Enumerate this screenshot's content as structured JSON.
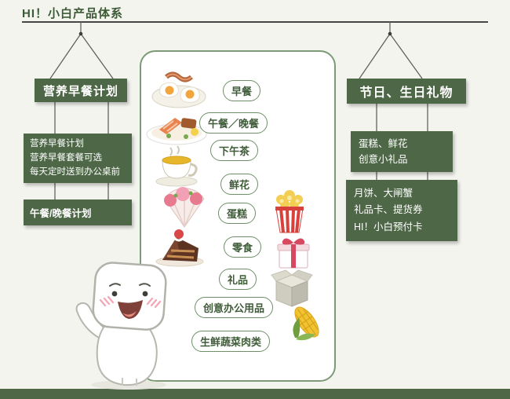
{
  "title": "HI！小白产品体系",
  "left_column": {
    "sign": "营养早餐计划",
    "plan_box": {
      "lines": [
        "营养早餐计划",
        "营养早餐套餐可选",
        "每天定时送到办公桌前"
      ]
    },
    "meal_box": "午餐/晚餐计划"
  },
  "center_panel": {
    "items": [
      {
        "label": "早餐",
        "icon": "fried-eggs-icon"
      },
      {
        "label": "午餐／晚餐",
        "icon": "lunch-plate-icon"
      },
      {
        "label": "下午茶",
        "icon": "tea-cup-icon"
      },
      {
        "label": "鲜花",
        "icon": "flower-fan-icon"
      },
      {
        "label": "蛋糕",
        "icon": "cake-slice-icon"
      },
      {
        "label": "零食",
        "icon": "popcorn-icon"
      },
      {
        "label": "礼品",
        "icon": "gift-box-icon"
      },
      {
        "label": "创意办公用品",
        "icon": "carton-box-icon"
      },
      {
        "label": "生鲜蔬菜肉类",
        "icon": "corn-icon"
      }
    ]
  },
  "right_column": {
    "sign": "节日、生日礼物",
    "gift_box": {
      "lines": [
        "蛋糕、鲜花",
        "创意小礼品"
      ]
    },
    "festival_box": {
      "lines": [
        "月饼、大闸蟹",
        "礼品卡、提货券",
        "HI！小白预付卡"
      ]
    }
  },
  "colors": {
    "dark_green": "#4e6847",
    "title_green": "#3c5a35",
    "panel_border_green": "#7d9a78",
    "pill_border_green": "#6e8f68",
    "pill_text_green": "#3f5c39",
    "background": "#f4f4ef"
  }
}
